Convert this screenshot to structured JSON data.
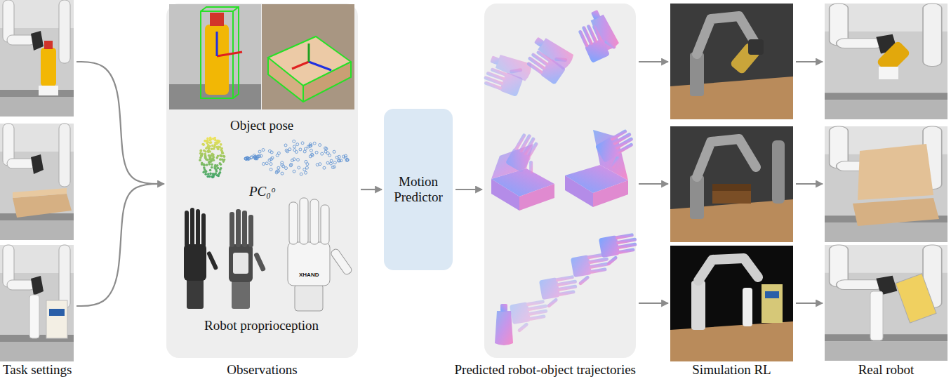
{
  "diagram": {
    "nodes": [
      {
        "text": [
          "Task settings"
        ]
      },
      {
        "text": [
          "Observations"
        ]
      },
      {
        "text": [
          "Motion Predictor"
        ]
      },
      {
        "text": [
          "Predicted robot-object trajectories"
        ]
      },
      {
        "text": [
          "Simulation RL"
        ]
      },
      {
        "text": [
          "Real robot"
        ]
      }
    ],
    "edges": [
      {
        "from": 0,
        "to": 1,
        "arrow": "to"
      },
      {
        "from": 1,
        "to": 2,
        "arrow": "to"
      },
      {
        "from": 2,
        "to": 3,
        "arrow": "to"
      },
      {
        "from": 3,
        "to": 4,
        "arrow": "to"
      },
      {
        "from": 3,
        "to": 4,
        "arrow": "to"
      },
      {
        "from": 3,
        "to": 4,
        "arrow": "to"
      },
      {
        "from": 4,
        "to": 5,
        "arrow": "to"
      },
      {
        "from": 4,
        "to": 5,
        "arrow": "to"
      },
      {
        "from": 4,
        "to": 5,
        "arrow": "to"
      }
    ],
    "labels": [
      "Object pose",
      "PC₀ᵒ",
      "Robot proprioception",
      "XHAND"
    ]
  }
}
